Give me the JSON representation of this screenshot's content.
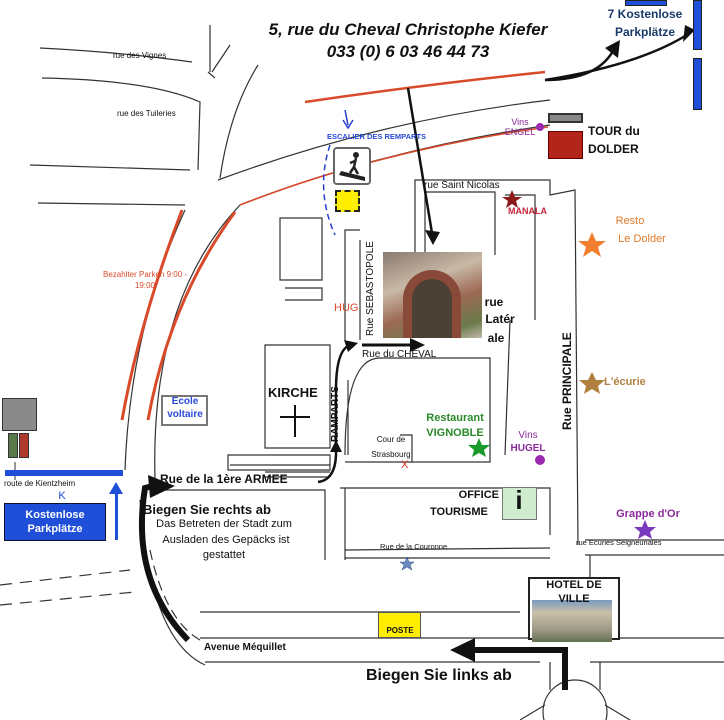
{
  "header": {
    "address_contact": "5, rue du Cheval  Christophe Kiefer",
    "phone": "033 (0) 6 03 46 44 73"
  },
  "parking": {
    "free_top_line1": "7 Kostenlose",
    "free_top_line2": "Parkplätze",
    "free_left_letter": "K",
    "free_left_line1": "Kostenlose",
    "free_left_line2": "Parkplätze",
    "paid_line1": "Bezahlter Parken 9:00 -",
    "paid_line2": "19:00"
  },
  "streets": {
    "vignes": "rue des Vignes",
    "tuileries": "rue des Tuileries",
    "saint_nicolas": "rue Saint Nicolas",
    "sebastopole": "Rue SEBASTOPOLE",
    "laterale_1": "rue",
    "laterale_2": "Latér",
    "laterale_3": "ale",
    "cheval": "Rue du CHEVAL",
    "principale": "Rue PRINCIPALE",
    "ramparts": "RAMPARTS",
    "armee": "Rue de la 1ère ARMEE",
    "kientzheim": "route de Kientzheim",
    "couronne": "Rue de la Couronne",
    "ecuries": "rue  Ecuries Seigneuriales",
    "mequillet": "Avenue Méquillet",
    "cour_1": "Cour de",
    "cour_2": "Strasbourg"
  },
  "places": {
    "escalier": "ESCALIER DES REMPARTS",
    "vins_engel_1": "Vins",
    "vins_engel_2": "ENGEL",
    "tour_1": "TOUR du",
    "tour_2": "DOLDER",
    "manala": "MANALA",
    "resto_1": "Resto",
    "resto_2": "Le Dolder",
    "hug": "HUG",
    "ecurie": "L'écurie",
    "ecole_1": "Ecole",
    "ecole_2": "voltaire",
    "kirche": "KIRCHE",
    "vignoble_1": "Restaurant",
    "vignoble_2": "VIGNOBLE",
    "hugel_1": "Vins",
    "hugel_2": "HUGEL",
    "office_1": "OFFICE",
    "office_2": "TOURISME",
    "info_symbol": "i",
    "grappe": "Grappe d'Or",
    "hotel_1": "HOTEL DE",
    "hotel_2": "VILLE",
    "poste": "POSTE"
  },
  "directions": {
    "right_turn": "Biegen Sie rechts ab",
    "note_1": "Das Betreten der Stadt zum",
    "note_2": "Ausladen des Gepäcks ist",
    "note_3": "gestattet",
    "left_turn": "Biegen Sie links ab"
  },
  "colors": {
    "parking_blue": "#1f4fd8",
    "paid_red": "#d84a2a",
    "tower_red": "#b3241a",
    "purple": "#8a2a9a",
    "orange": "#e07a2a",
    "green": "#2a8a2a",
    "yellow": "#ffee00"
  }
}
